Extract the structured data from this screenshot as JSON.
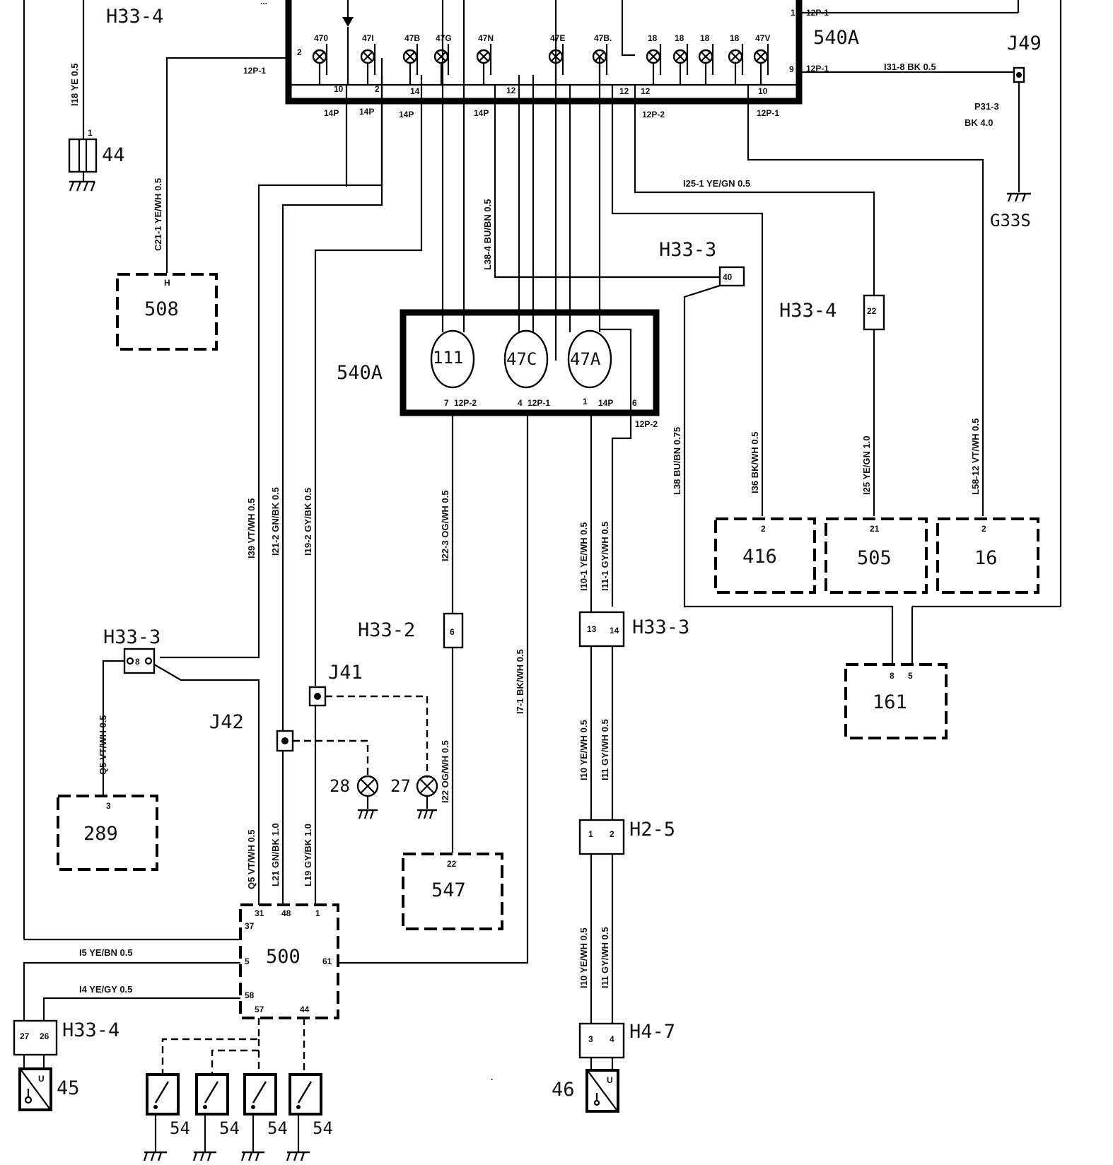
{
  "components": {
    "c44": "44",
    "c508": "508",
    "c540a_top": "540A",
    "c540a_mid": "540A",
    "c111": "111",
    "c47c": "47C",
    "c47a": "47A",
    "c416": "416",
    "c505": "505",
    "c16": "16",
    "c161": "161",
    "c289": "289",
    "c547": "547",
    "c500": "500",
    "c45": "45",
    "c46": "46",
    "c54": "54",
    "c28": "28",
    "c27": "27"
  },
  "connectors": {
    "h33_4_top": "H33-4",
    "h33_3_mid": "H33-3",
    "h33_4_mid": "H33-4",
    "h33_3_left": "H33-3",
    "h33_2": "H33-2",
    "h33_3_right": "H33-3",
    "h2_5": "H2-5",
    "h4_7": "H4-7",
    "h33_4_bottom": "H33-4",
    "j49": "J49",
    "j41": "J41",
    "j42": "J42",
    "g33s": "G33S"
  },
  "wires": {
    "i18": "I18 YE 0.5",
    "c21_1": "C21-1 YE/WH 0.5",
    "l38_4": "L38-4 BU/BN 0.5",
    "i25_1": "I25-1 YE/GN 0.5",
    "i31_8": "I31-8 BK 0.5",
    "p31_3": "P31-3",
    "bk_4": "BK 4.0",
    "i39": "I39 VT/WH 0.5",
    "i21_2": "I21-2 GN/BK 0.5",
    "i19_2": "I19-2 GY/BK 0.5",
    "i22_3": "I22-3 OG/WH 0.5",
    "i7_1": "I7-1 BK/WH 0.5",
    "i10_1": "I10-1 YE/WH 0.5",
    "i11_1": "I11-1 GY/WH 0.5",
    "l38": "L38 BU/BN 0.75",
    "i36": "I36 BK/WH 0.5",
    "i25": "I25 YE/GN 1.0",
    "l58_12": "L58-12 VT/WH 0.5",
    "q5_a": "Q5 VT/WH 0.5",
    "q5_b": "Q5 VT/WH 0.5",
    "l21": "L21 GN/BK 1.0",
    "l19": "L19 GY/BK 1.0",
    "i22": "I22 OG/WH 0.5",
    "i10_a": "I10 YE/WH 0.5",
    "i11_a": "I11 GY/WH 0.5",
    "i10_b": "I10 YE/WH 0.5",
    "i11_b": "I11 GY/WH 0.5",
    "i5": "I5 YE/BN 0.5",
    "i4": "I4 YE/GY 0.5"
  },
  "bulbs": [
    "470",
    "47I",
    "47B",
    "47G",
    "47N",
    "47E",
    "47B.",
    "18",
    "18",
    "18",
    "18",
    "47V"
  ],
  "pins": {
    "p12p1_a": "12P-1",
    "p12p1_b": "12P-1",
    "p12p1_c": "12P-1",
    "p12p1_d": "12P-1",
    "p12p2_a": "12P-2",
    "p12p2_b": "12P-2",
    "p12p2_c": "12P-2",
    "p14p_a": "14P",
    "p14p_b": "14P",
    "p14p_c": "14P",
    "p14p_d": "14P",
    "p14p_e": "14P",
    "n2": "2",
    "n10": "10",
    "n2b": "2",
    "n14": "14",
    "n12": "12",
    "n12b": "12",
    "n12c": "12",
    "n10b": "10",
    "n9": "9",
    "n1": "1",
    "n1b": "1",
    "m7": "7",
    "m4": "4",
    "m1": "1",
    "m6": "6",
    "h": "H",
    "d40": "40",
    "d22": "22",
    "b416": "2",
    "b505": "21",
    "b16": "2",
    "b161a": "8",
    "b161b": "5",
    "b289": "3",
    "b547": "22",
    "h8": "8",
    "h6": "6",
    "h13": "13",
    "h14": "14",
    "h2a": "1",
    "h2b": "2",
    "h4a": "3",
    "h4b": "4",
    "h27": "27",
    "h26": "26",
    "e31": "31",
    "e48": "48",
    "e1": "1",
    "e37": "37",
    "e5": "5",
    "e61": "61",
    "e58": "58",
    "e57": "57",
    "e44": "44",
    "u": "U"
  }
}
